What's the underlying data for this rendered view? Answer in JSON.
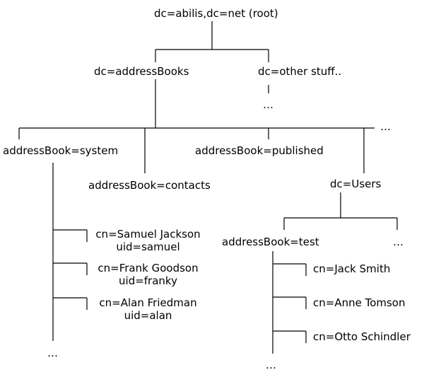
{
  "root": "dc=abilis,dc=net (root)",
  "level1": {
    "address_books": "dc=addressBooks",
    "other_stuff": "dc=other stuff..",
    "other_stuff_more": "…"
  },
  "level2": {
    "system": "addressBook=system",
    "contacts": "addressBook=contacts",
    "published": "addressBook=published",
    "users": "dc=Users",
    "more": "…"
  },
  "system_entries": [
    {
      "cn": "cn=Samuel Jackson",
      "uid": "uid=samuel"
    },
    {
      "cn": "cn=Frank Goodson",
      "uid": "uid=franky"
    },
    {
      "cn": "cn=Alan Friedman",
      "uid": "uid=alan"
    }
  ],
  "system_more": "…",
  "users": {
    "test": "addressBook=test",
    "more": "…"
  },
  "test_entries": [
    "cn=Jack Smith",
    "cn=Anne Tomson",
    "cn=Otto Schindler"
  ],
  "test_more": "…",
  "colors": {
    "line": "#000000",
    "text": "#000000",
    "background": "#ffffff"
  }
}
